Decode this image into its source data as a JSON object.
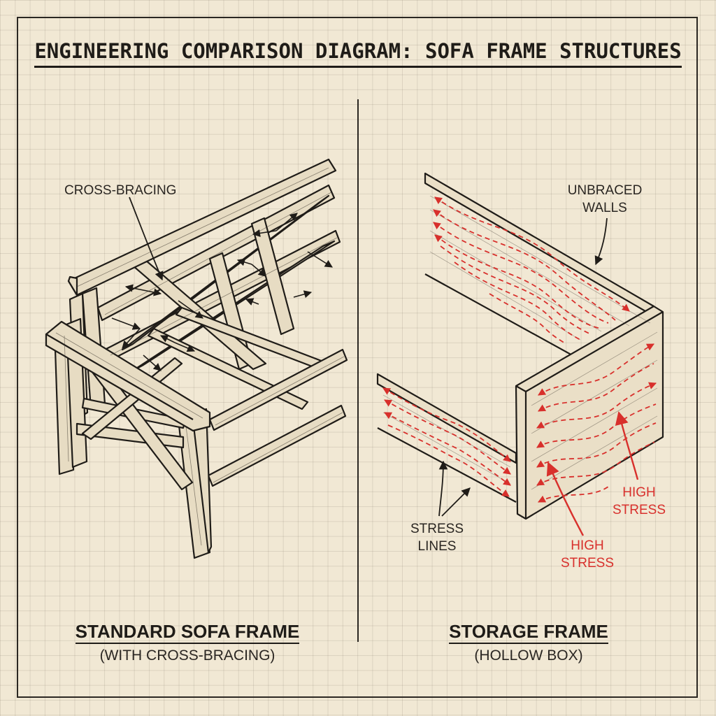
{
  "title": "ENGINEERING COMPARISON DIAGRAM: SOFA FRAME STRUCTURES",
  "left_panel": {
    "callout": "CROSS-BRACING",
    "caption_main": "STANDARD SOFA FRAME",
    "caption_sub": "(WITH CROSS-BRACING)"
  },
  "right_panel": {
    "callout_walls_line1": "UNBRACED",
    "callout_walls_line2": "WALLS",
    "callout_stress_lines_line1": "STRESS",
    "callout_stress_lines_line2": "LINES",
    "high_stress_1_line1": "HIGH",
    "high_stress_1_line2": "STRESS",
    "high_stress_2_line1": "HIGH",
    "high_stress_2_line2": "STRESS",
    "caption_main": "STORAGE FRAME",
    "caption_sub": "(HOLLOW BOX)"
  },
  "colors": {
    "ink": "#1f1c18",
    "stress": "#d8302c",
    "paper": "#f1e8d4"
  }
}
